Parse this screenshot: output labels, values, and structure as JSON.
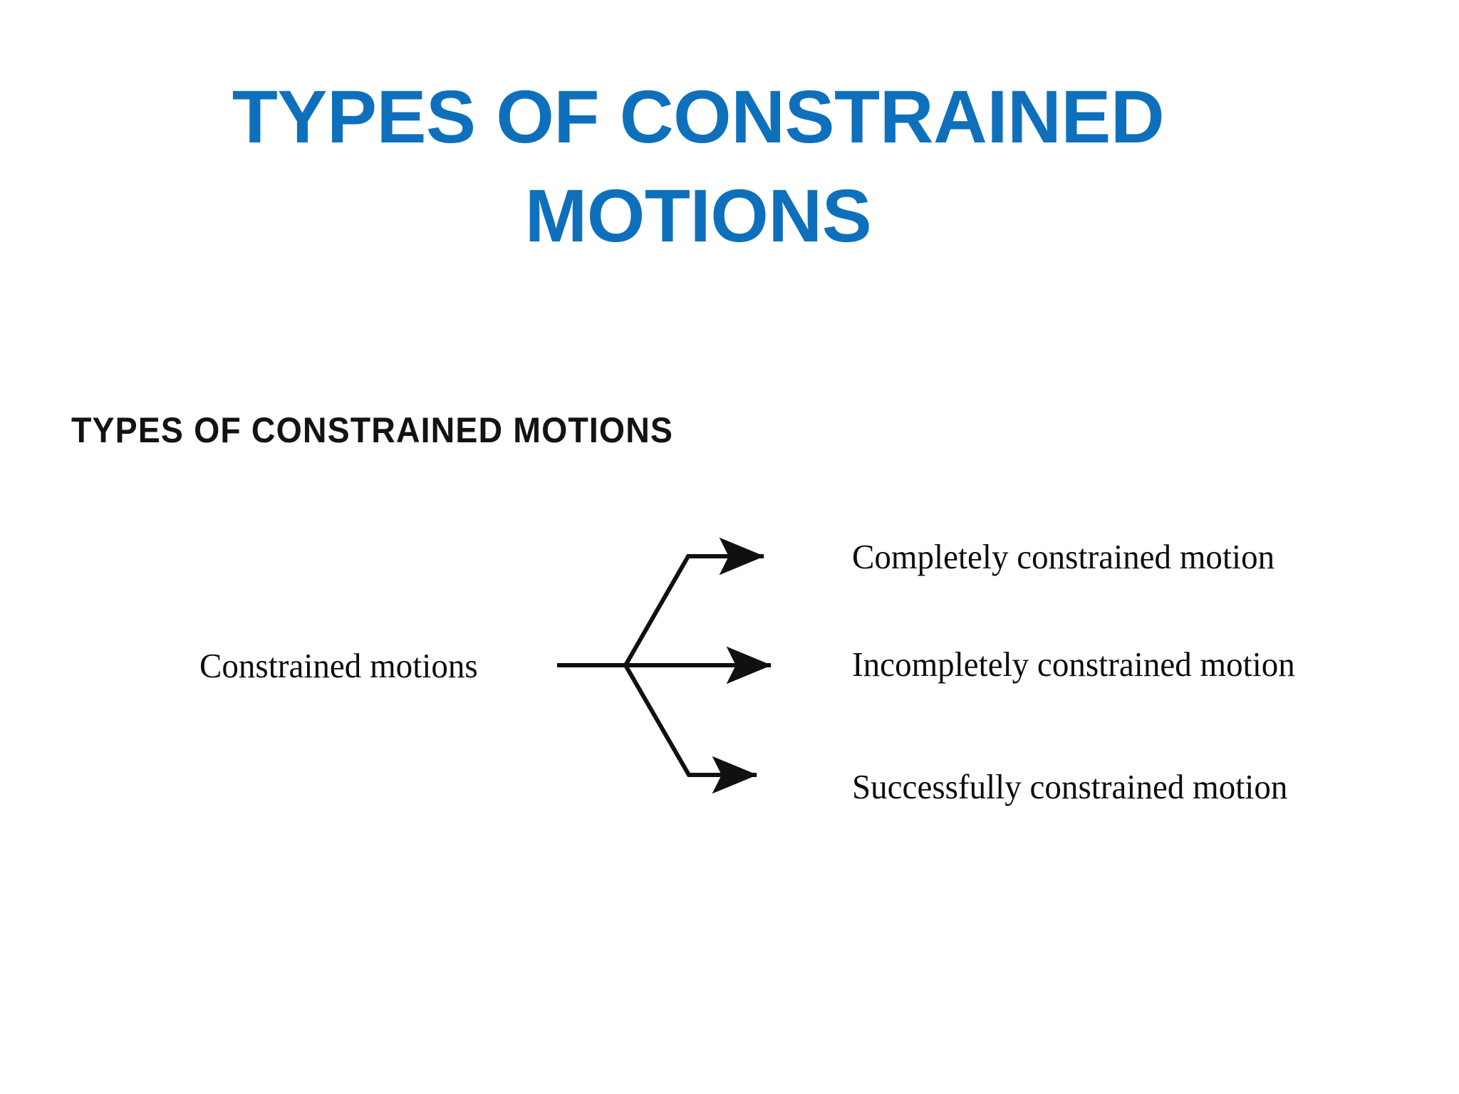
{
  "slide": {
    "background_color": "#ffffff",
    "title": "TYPES OF CONSTRAINED\nMOTIONS",
    "title_color": "#0E70BC"
  },
  "figure": {
    "heading": "TYPES OF CONSTRAINED MOTIONS",
    "heading_color": "#131313",
    "line_color": "#101010",
    "root_label": "Constrained motions",
    "branches": [
      {
        "label": "Completely constrained motion"
      },
      {
        "label": "Incompletely constrained motion"
      },
      {
        "label": "Successfully constrained motion"
      }
    ],
    "arrow_icon": "arrow-right-icon"
  },
  "chart_data": {
    "type": "diagram",
    "subtype": "tree",
    "title": "TYPES OF CONSTRAINED MOTIONS",
    "root": "Constrained motions",
    "children": [
      "Completely constrained motion",
      "Incompletely constrained motion",
      "Successfully constrained motion"
    ],
    "edges": [
      {
        "from": "Constrained motions",
        "to": "Completely constrained motion",
        "style": "elbow-up-arrow"
      },
      {
        "from": "Constrained motions",
        "to": "Incompletely constrained motion",
        "style": "straight-arrow"
      },
      {
        "from": "Constrained motions",
        "to": "Successfully constrained motion",
        "style": "elbow-down-arrow"
      }
    ],
    "orientation": "left-to-right",
    "legend": "none",
    "grid": false
  }
}
